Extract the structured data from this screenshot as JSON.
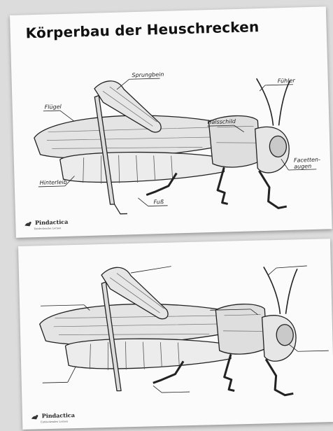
{
  "worksheet_filled": {
    "title": "Körperbau der Heuschrecken",
    "labels": {
      "jump_leg": "Sprungbein",
      "wing": "Flügel",
      "antenna": "Fühler",
      "pronotum": "Halsschild",
      "compound_eye_1": "Facetten-",
      "compound_eye_2": "augen",
      "abdomen": "Hinterleib",
      "foot": "Fuß"
    },
    "brand": "Pindactica",
    "brand_tagline": "Entdeckendes Lernen"
  },
  "worksheet_blank": {
    "brand": "Pindactica",
    "brand_tagline": "Entdeckendes Lernen"
  },
  "icons": {
    "brand_logo": "grasshopper-logo-icon"
  }
}
